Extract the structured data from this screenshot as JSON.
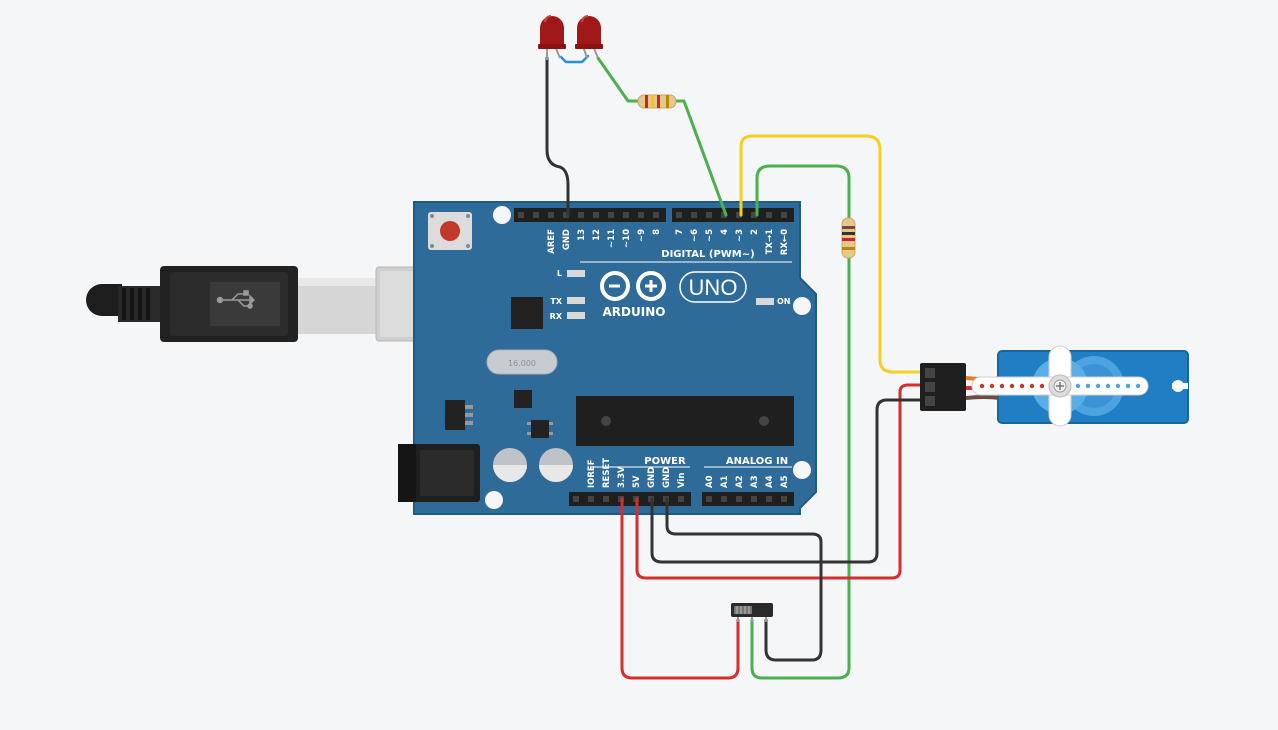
{
  "board": {
    "brand": "ARDUINO",
    "model": "UNO",
    "digital_title": "DIGITAL (PWM~)",
    "power_title": "POWER",
    "analog_title": "ANALOG IN",
    "led_l": "L",
    "led_tx": "TX",
    "led_rx": "RX",
    "led_on": "ON",
    "crystal": "16.000",
    "digital_pins_left": [
      "AREF",
      "GND",
      "13",
      "12",
      "~11",
      "~10",
      "~9",
      "8"
    ],
    "digital_pins_right": [
      "7",
      "~6",
      "~5",
      "4",
      "~3",
      "2",
      "TX→1",
      "RX←0"
    ],
    "power_pins": [
      "IOREF",
      "RESET",
      "3.3V",
      "5V",
      "GND",
      "GND",
      "Vin"
    ],
    "analog_pins": [
      "A0",
      "A1",
      "A2",
      "A3",
      "A4",
      "A5"
    ]
  },
  "colors": {
    "board": "#2f6b99",
    "board_edge": "#1f5a85",
    "wire_black": "#333333",
    "wire_red": "#d32f2f",
    "wire_green": "#4caf50",
    "wire_yellow": "#f5d020",
    "wire_blue": "#2a8fd6",
    "led_red": "#a01818",
    "servo_blue": "#1f7ec4",
    "background": "#f4f6f8"
  },
  "components": {
    "leds": 2,
    "resistors": 2,
    "servo": "servo-motor",
    "switch": "slide-switch",
    "usb": "usb-b-cable",
    "power_jack": "dc-barrel-jack"
  }
}
